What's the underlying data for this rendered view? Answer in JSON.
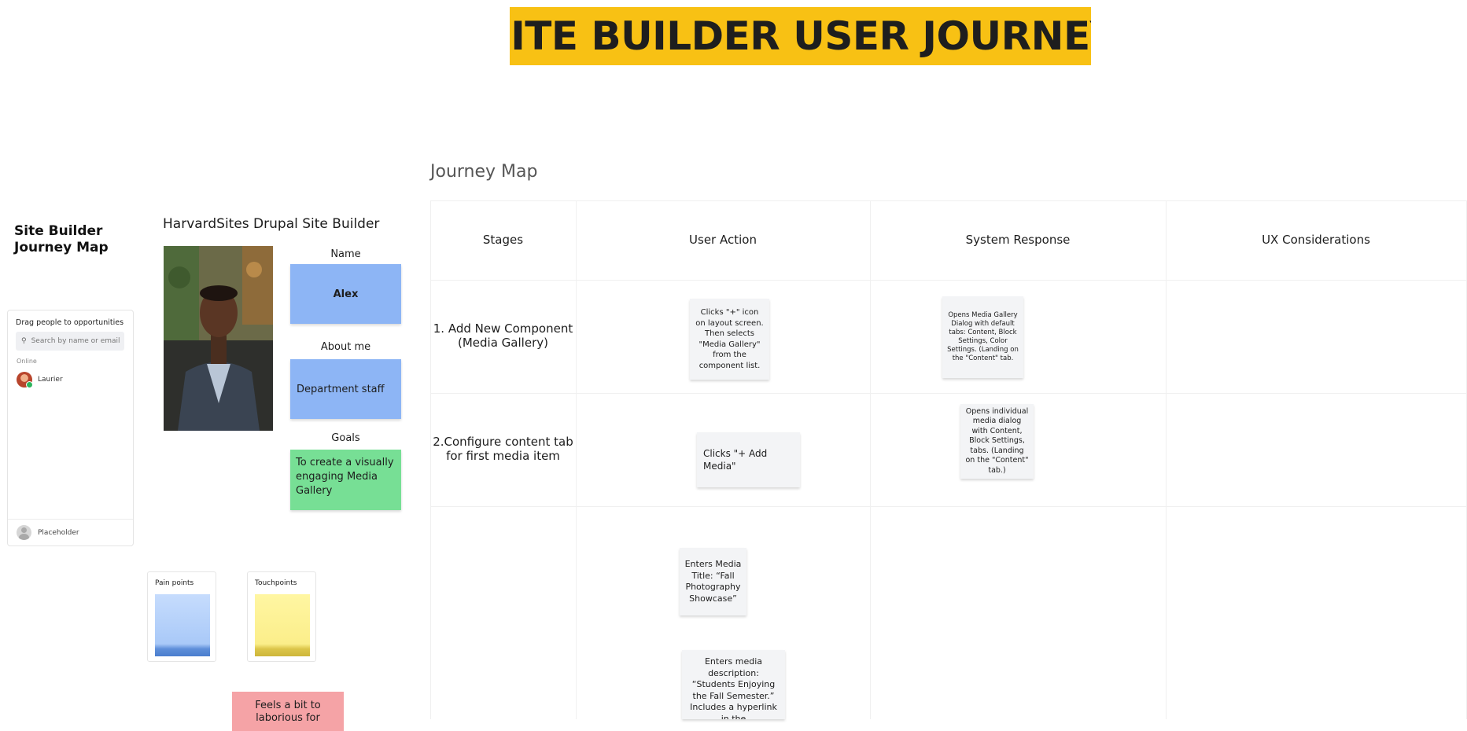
{
  "banner": {
    "title": "SITE BUILDER USER JOURNEY"
  },
  "frame": {
    "title_line1": "Site Builder",
    "title_line2": "Journey Map"
  },
  "people_panel": {
    "title": "Drag people to opportunities",
    "search_placeholder": "Search by name or email",
    "online_label": "Online",
    "online_user": "Laurier",
    "placeholder_user": "Placeholder"
  },
  "persona": {
    "title": "HarvardSites Drupal Site Builder",
    "name_label": "Name",
    "name_value": "Alex",
    "about_label": "About me",
    "about_value": "Department staff",
    "goals_label": "Goals",
    "goals_value": "To create a visually engaging Media Gallery"
  },
  "cards": {
    "pain_points": "Pain points",
    "touchpoints": "Touchpoints"
  },
  "pain_note": {
    "text": "Feels a bit to laborious for"
  },
  "journey_map": {
    "title": "Journey Map",
    "columns": [
      "Stages",
      "User Action",
      "System Response",
      "UX Considerations"
    ],
    "stages": [
      "1. Add New Component (Media Gallery)",
      "2.Configure content tab for first media item"
    ],
    "user_actions": [
      "Clicks \"+\" icon on layout screen. Then selects \"Media Gallery\" from the component list.",
      "Clicks \"+ Add Media\"",
      "Enters Media Title: “Fall Photography Showcase”",
      "Enters media description: “Students Enjoying the Fall Semester.” Includes a hyperlink in the"
    ],
    "system_responses": [
      "Opens Media Gallery Dialog with default tabs: Content, Block Settings, Color Settings. (Landing on the \"Content\" tab.",
      "Opens individual media dialog with Content, Block Settings, tabs. (Landing on the \"Content\" tab.)"
    ]
  }
}
